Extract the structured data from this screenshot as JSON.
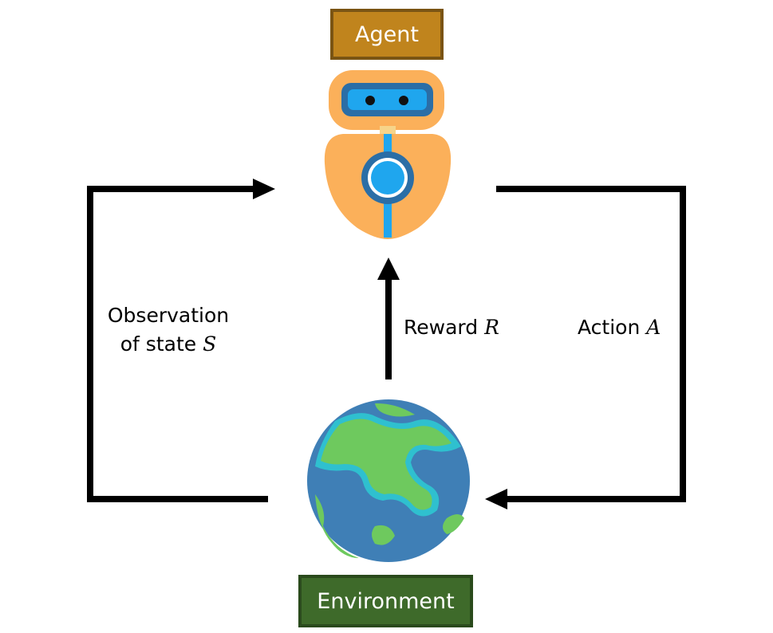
{
  "agent_label": "Agent",
  "environment_label": "Environment",
  "edges": {
    "observation": {
      "line1": "Observation",
      "line2_prefix": "of state ",
      "var": "S"
    },
    "reward": {
      "prefix": "Reward ",
      "var": "R"
    },
    "action": {
      "prefix": "Action ",
      "var": "A"
    }
  },
  "colors": {
    "agent_box": "#c0841d",
    "environment_box": "#3e6a2a",
    "robot_body": "#fbb05a",
    "robot_accent": "#1fa6ee",
    "ocean": "#3f7fb6",
    "land": "#6ec95e",
    "arrows": "#000000"
  },
  "icons": {
    "agent": "robot-icon",
    "environment": "earth-globe-icon"
  }
}
